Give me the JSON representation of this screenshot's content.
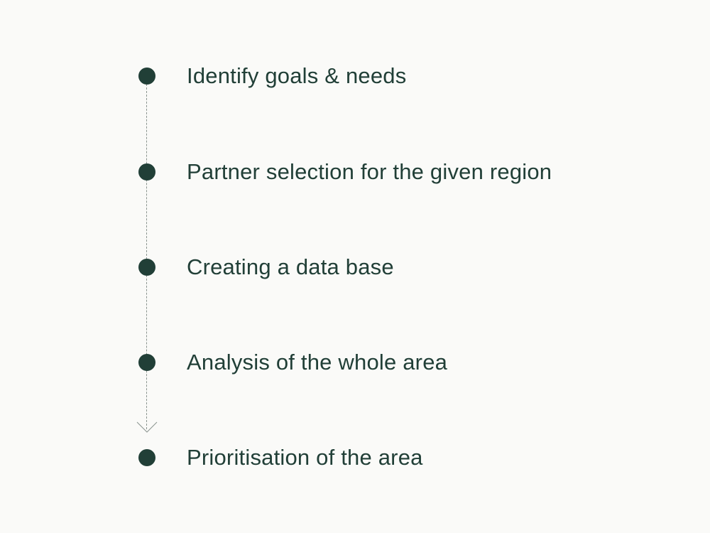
{
  "steps": [
    {
      "label": "Identify goals & needs"
    },
    {
      "label": "Partner selection for the given region"
    },
    {
      "label": "Creating a data base"
    },
    {
      "label": "Analysis of the whole area"
    },
    {
      "label": "Prioritisation of the area"
    }
  ],
  "colors": {
    "accent": "#213f37",
    "background": "#fafaf8",
    "connector": "#8a948f"
  }
}
